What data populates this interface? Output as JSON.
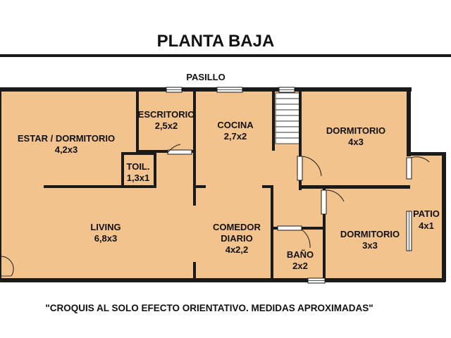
{
  "title": "PLANTA BAJA",
  "hallway": "PASILLO",
  "note": "\"CROQUIS AL SOLO EFECTO ORIENTATIVO. MEDIDAS APROXIMADAS\"",
  "rooms": {
    "estar": {
      "name": "ESTAR / DORMITORIO",
      "size": "4,2x3"
    },
    "escritorio": {
      "name": "ESCRITORIO",
      "size": "2,5x2"
    },
    "toilette": {
      "name": "TOIL.",
      "size": "1,3x1"
    },
    "cocina": {
      "name": "COCINA",
      "size": "2,7x2"
    },
    "dormitorio_1": {
      "name": "DORMITORIO",
      "size": "4x3"
    },
    "living": {
      "name": "LIVING",
      "size": "6,8x3"
    },
    "comedor": {
      "name": "COMEDOR",
      "name2": "DIARIO",
      "size": "4x2,2"
    },
    "bano": {
      "name": "BAÑO",
      "size": "2x2"
    },
    "dormitorio_2": {
      "name": "DORMITORIO",
      "size": "3x3"
    },
    "patio": {
      "name": "PATIO",
      "size": "4x1"
    }
  },
  "colors": {
    "floor": "#f2c38d",
    "wall": "#1a1a1a",
    "background": "#ffffff"
  }
}
